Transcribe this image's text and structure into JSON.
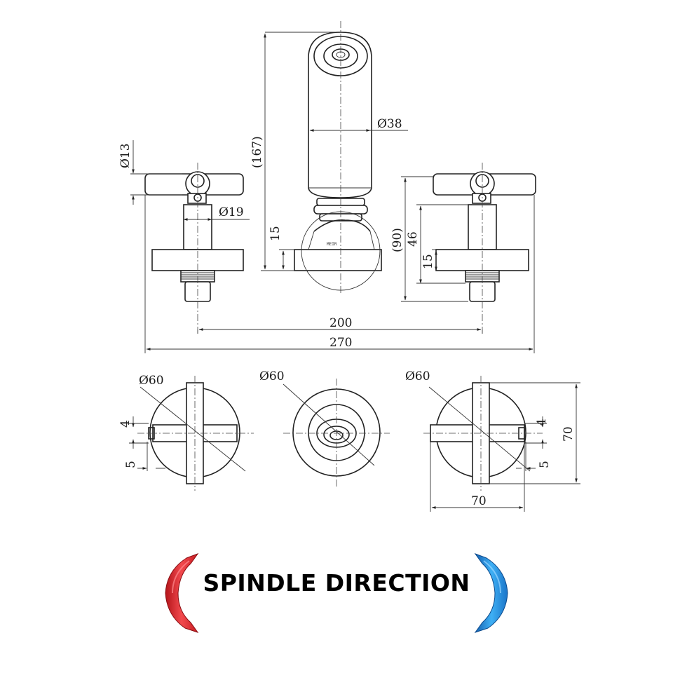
{
  "dimensions": {
    "spout_height": "(167)",
    "spout_diameter": "Ø38",
    "spout_base": "15",
    "handle_diameter": "Ø13",
    "stem_diameter": "Ø19",
    "valve_height": "(90)",
    "valve_mid": "46",
    "valve_base": "15",
    "centers": "200",
    "overall_width": "270",
    "plate_left": "Ø60",
    "plate_center": "Ø60",
    "plate_right": "Ø60",
    "offset_left_4": "4",
    "offset_left_5": "5",
    "offset_right_4": "4",
    "offset_right_5": "5",
    "plan_height": "70",
    "plan_width": "70"
  },
  "caption": "SPINDLE DIRECTION",
  "colors": {
    "hot": "#e0262b",
    "cold": "#1f8ee0",
    "line": "#222222"
  },
  "icons": {
    "left": "hot-arrow-icon",
    "right": "cold-arrow-icon"
  }
}
